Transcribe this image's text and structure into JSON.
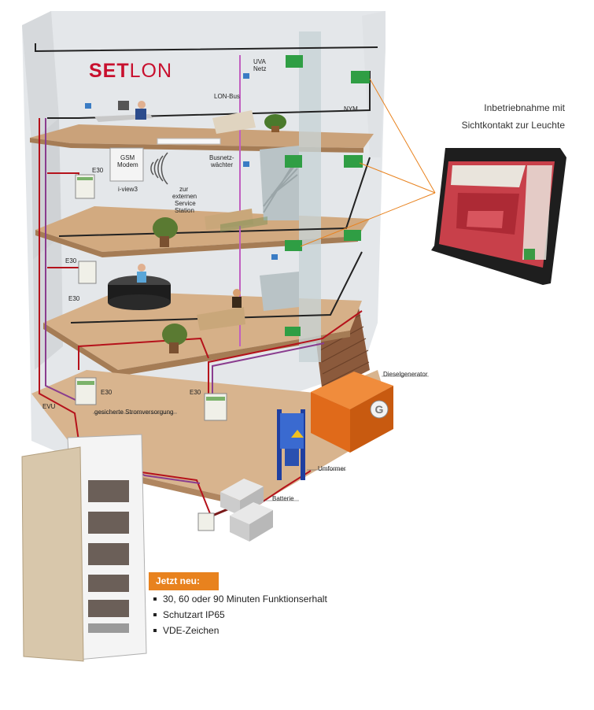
{
  "logo": {
    "brand_bold": "SET",
    "brand_light": "LON"
  },
  "callout": {
    "line1": "Inbetriebnahme mit",
    "line2": "Sichtkontakt zur Leuchte"
  },
  "labels": {
    "uva": "UVA",
    "netz": "Netz",
    "lon_bus": "LON-Bus",
    "nym": "NYM",
    "busnetz1": "Busnetz-",
    "busnetz2": "wächter",
    "gsm1": "GSM",
    "gsm2": "Modem",
    "iview": "i-view3",
    "ext1": "zur",
    "ext2": "externen",
    "ext3": "Service",
    "ext4": "Station",
    "e30_a": "E30",
    "e30_b": "E30",
    "e30_c": "E30",
    "e30_d": "E30",
    "e30_e": "E30",
    "evu": "EVU",
    "gesichert": "gesicherte Stromversorgung",
    "diesel": "Dieselgenerator",
    "umformer": "Umformer",
    "batterie": "Batterie",
    "generator_symbol": "G"
  },
  "promo": {
    "badge": "Jetzt neu:",
    "features": [
      "30, 60 oder 90 Minuten Funktionserhalt",
      "Schutzart IP65",
      "VDE-Zeichen"
    ]
  },
  "colors": {
    "accent_orange": "#e8821e",
    "brand_red": "#c8102e",
    "cable_red": "#b5121b",
    "exit_green": "#2f9e44"
  }
}
